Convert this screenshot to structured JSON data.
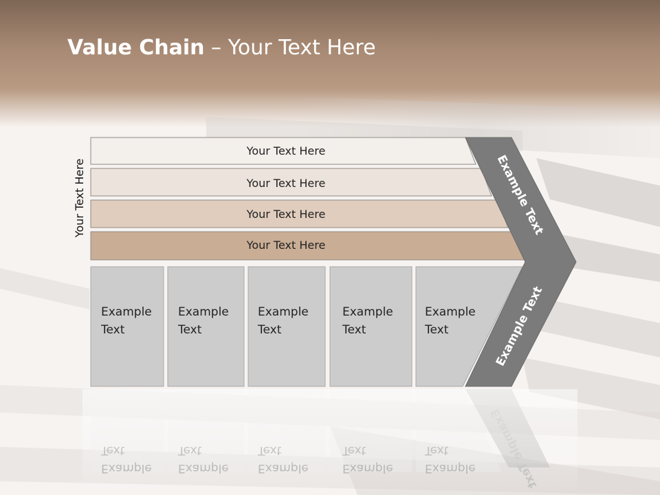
{
  "slide": {
    "title_bold": "Value Chain",
    "title_rest": " – Your Text Here",
    "side_label": "Your Text Here",
    "rows": [
      {
        "label": "Your Text Here",
        "color": "#f3efeb"
      },
      {
        "label": "Your Text Here",
        "color": "#ece3dc"
      },
      {
        "label": "Your Text Here",
        "color": "#e0cdbe"
      },
      {
        "label": "Your Text Here",
        "color": "#c9ad95"
      }
    ],
    "columns": [
      {
        "line1": "Example",
        "line2": "Text"
      },
      {
        "line1": "Example",
        "line2": "Text"
      },
      {
        "line1": "Example",
        "line2": "Text"
      },
      {
        "line1": "Example",
        "line2": "Text"
      },
      {
        "line1": "Example",
        "line2": "Text"
      }
    ],
    "chevron_upper": "Example Text",
    "chevron_lower": "Example Text",
    "colors": {
      "header_band": "#a88a74",
      "column_fill": "#cccccc",
      "chevron_fill": "#7b7b7b"
    }
  }
}
